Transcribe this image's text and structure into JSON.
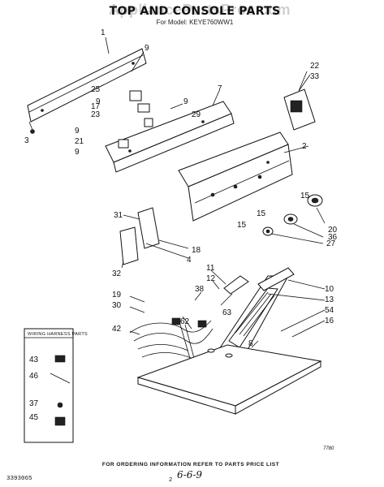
{
  "header": {
    "title": "TOP AND CONSOLE PARTS",
    "subtitle": "For Model: KEYE760WW1",
    "watermark": "AppliancePartsPros.com"
  },
  "inset": {
    "title": "WIRING HARNESS PARTS",
    "labels": [
      "43",
      "46",
      "37",
      "45"
    ]
  },
  "callouts": {
    "c1": "1",
    "c2": "2",
    "c3": "3",
    "c4": "4",
    "c7": "7",
    "c8": "8",
    "c9a": "9",
    "c9b": "9",
    "c9c": "9",
    "c9d": "9",
    "c9e": "9",
    "c10": "10",
    "c11": "11",
    "c12": "12",
    "c13": "13",
    "c15a": "15",
    "c15b": "15",
    "c15c": "15",
    "c16": "16",
    "c17": "17",
    "c18": "18",
    "c19": "19",
    "c20": "20",
    "c21": "21",
    "c22": "22",
    "c23": "23",
    "c25": "25",
    "c27": "27",
    "c29": "29",
    "c30": "30",
    "c31": "31",
    "c32": "32",
    "c33": "33",
    "c36": "36",
    "c38": "38",
    "c42": "42",
    "c54": "54",
    "c62": "62",
    "c63": "63"
  },
  "footer": {
    "note": "FOR ORDERING INFORMATION REFER TO PARTS PRICE LIST",
    "doc_code": "3393065",
    "page_number": "2",
    "diagram_code": "7780",
    "handwritten": "6-6-9"
  }
}
